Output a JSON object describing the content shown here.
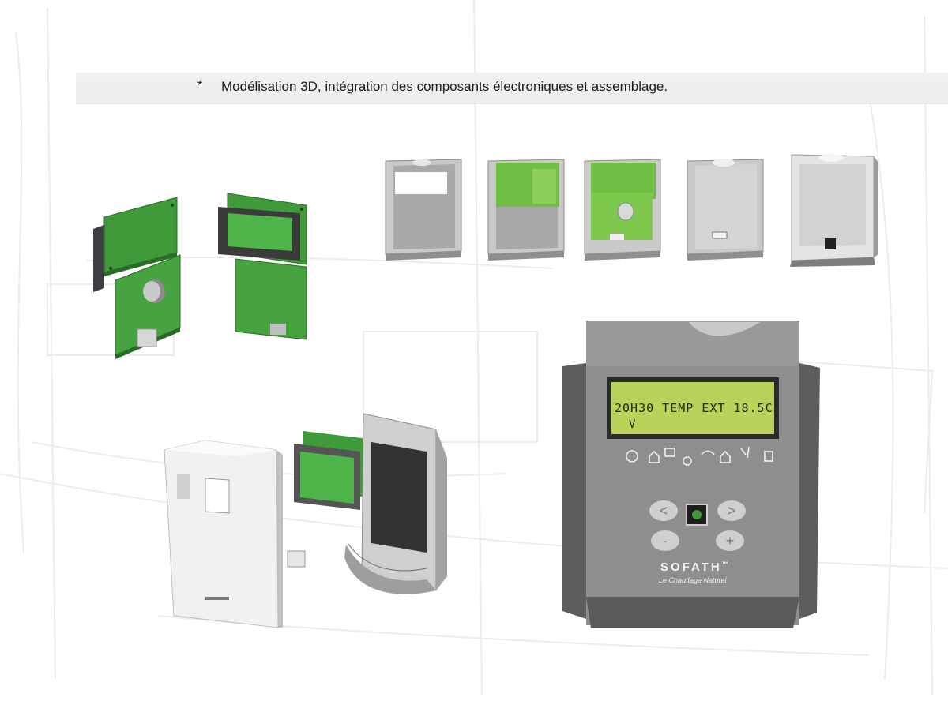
{
  "caption": {
    "bullet": "*",
    "text": "Modélisation 3D, intégration des composants électroniques et assemblage."
  },
  "device": {
    "lcd_line1": "20H30 TEMP EXT 18.5C",
    "lcd_line2": "V",
    "brand": "SOFATH",
    "brand_mark": "™",
    "tagline": "Le Chauffage Naturel",
    "button_left": "<",
    "button_right": ">",
    "button_minus": "-",
    "button_plus": "+"
  },
  "colors": {
    "pcb_green": "#3f9a3a",
    "lcd_green": "#b9d25a",
    "housing_grey": "#8c8c8c",
    "shell_white": "#e9e9e9"
  }
}
